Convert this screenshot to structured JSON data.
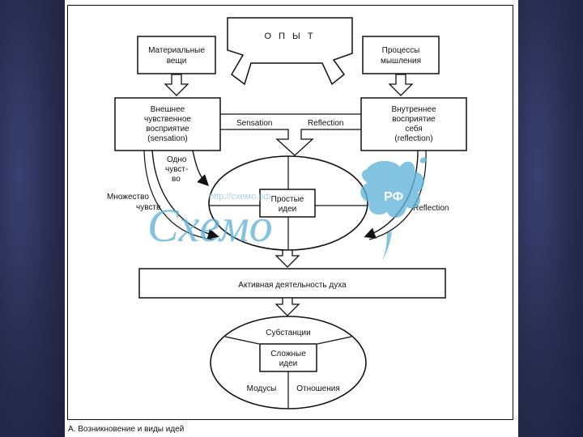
{
  "diagram": {
    "experience_label": "О П Ы Т",
    "material_things_line1": "Материальные",
    "material_things_line2": "вещи",
    "thinking_line1": "Процессы",
    "thinking_line2": "мышления",
    "external_line1": "Внешнее",
    "external_line2": "чувственное",
    "external_line3": "восприятие",
    "external_line4": "(sensation)",
    "internal_line1": "Внутреннее",
    "internal_line2": "восприятие",
    "internal_line3": "себя",
    "internal_line4": "(reflection)",
    "sensation_label": "Sensation",
    "reflection_label": "Reflection",
    "one_sense_line1": "Одно",
    "one_sense_line2": "чувст-",
    "one_sense_line3": "во",
    "many_senses_line1": "Множество",
    "many_senses_line2": "чувств",
    "simple_ideas_line1": "Простые",
    "simple_ideas_line2": "идеи",
    "reflection_side_label": "Reflection",
    "active_mind": "Активная деятельность духа",
    "substances": "Субстанции",
    "complex_ideas_line1": "Сложные",
    "complex_ideas_line2": "идеи",
    "modes": "Модусы",
    "relations": "Отношения",
    "caption": "А.  Возникновение и виды идей"
  },
  "watermark": {
    "text": "Схемо",
    "badge": "РФ",
    "url": "http://схемо.рф"
  },
  "colors": {
    "background": "#23284a",
    "paper": "#ffffff",
    "ink": "#111111",
    "watermark": "#5fb3d9"
  }
}
